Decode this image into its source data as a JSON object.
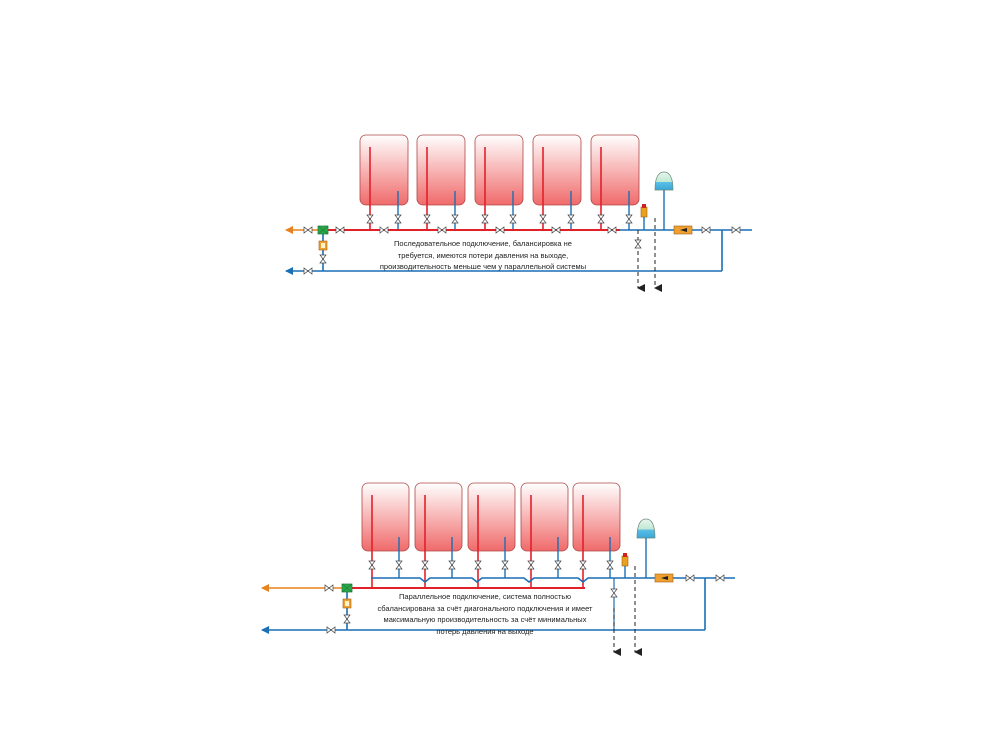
{
  "colors": {
    "supply": "#e2202a",
    "return": "#1a6fb5",
    "hot_out": "#e8821e",
    "boiler_top": "#ffffff",
    "boiler_bottom": "#f26b6b",
    "tank": "#5bc0e8",
    "pump": "#2aa84a",
    "valve_body": "#f0a030"
  },
  "diagrams": [
    {
      "caption": "Последовательное подключение, балансировка не\nтребуется, имеются потери давления на выходе,\nпроизводительность меньше чем у параллельной системы",
      "boiler_count": 5
    },
    {
      "caption": "Параллельное подключение, система полностью\nсбалансирована за счёт диагонального подключения и имеет\nмаксимальную производительность за счёт минимальных\nпотерь давления на выходе",
      "boiler_count": 5
    }
  ]
}
